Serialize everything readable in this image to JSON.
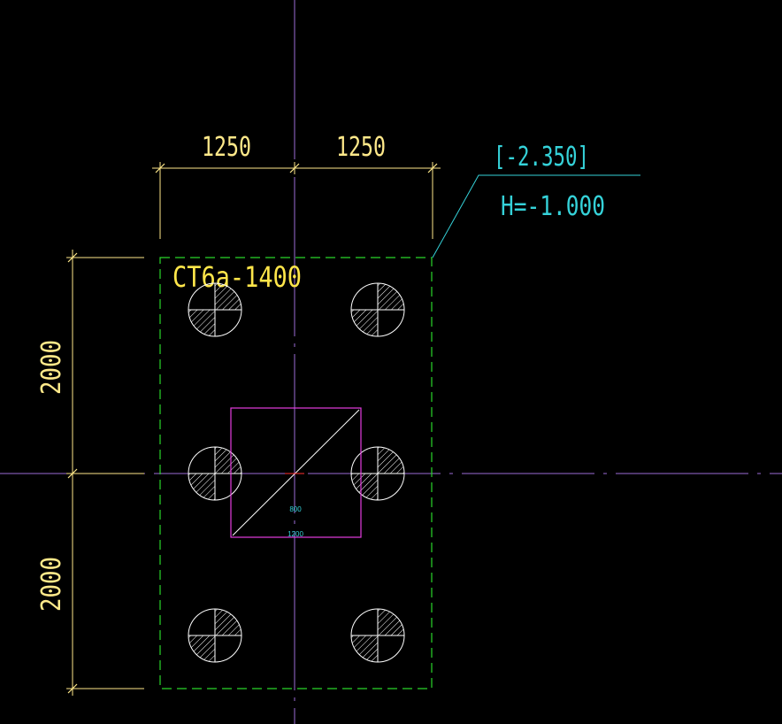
{
  "colors": {
    "background": "#000000",
    "axis": "#9b6bd6",
    "dimension": "#ffe98a",
    "foundation_outline": "#2ad62a",
    "column": "#e43cdf",
    "elevation_tag": "#35d2d9",
    "pile": "#ffffff",
    "foundation_label": "#ffe64a",
    "column_label": "#35d2d9"
  },
  "dimensions": {
    "top_left": "1250",
    "top_right": "1250",
    "left_upper": "2000",
    "left_lower": "2000"
  },
  "elevation_tag": {
    "top_elevation": "[-2.350]",
    "height": "H=-1.000"
  },
  "foundation_label": "CT6a-1400",
  "column": {
    "width_label": "800",
    "depth_label": "1200"
  },
  "piles": [
    {
      "id": "pile-top-left"
    },
    {
      "id": "pile-top-right"
    },
    {
      "id": "pile-mid-left"
    },
    {
      "id": "pile-mid-right"
    },
    {
      "id": "pile-bottom-left"
    },
    {
      "id": "pile-bottom-right"
    }
  ]
}
